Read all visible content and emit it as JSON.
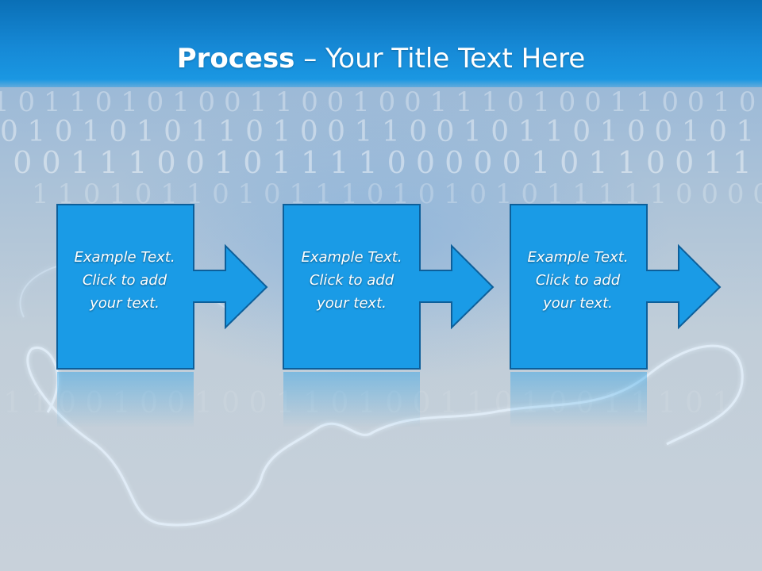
{
  "title": {
    "bold": "Process",
    "rest": " – Your Title Text Here"
  },
  "steps": [
    {
      "lines": [
        "Example Text.",
        "Click  to add",
        "your text."
      ]
    },
    {
      "lines": [
        "Example Text.",
        "Click  to add",
        "your text."
      ]
    },
    {
      "lines": [
        "Example Text.",
        "Click  to add",
        "your text."
      ]
    }
  ],
  "background_text": [
    "1 0 1 1 0 1 0 1 0 0 1 1 0 0 1 0 0 1 1 1 0 1 0 0 1 1 0 0 1 0 1",
    "0 1 0 1 0 1 0 1 1 0 1 0 0 1 1 0 0 1 0 1 1 0 1 0 0 1 0 1 1 0",
    "1 0 0 1 1 1 0 0 1 0 1 1 1 1 0 0 0 0 0 1 0 1 1 0 0 1 1 0 1 0 0 1",
    "1 1 0 1 0 1 1 0 1 0 1 1 1 0 1 0 1 0 1 0 1 1 1 1 1 0 0 0 0",
    "0 1 1 0 0 1 0 0 1 0 0 1 1 0 1 0 0 1 1 0 1 0 0 1 1 1 0 1"
  ],
  "colors": {
    "box_fill": "#1a9be6",
    "box_stroke": "#0d5f9a",
    "title_bar": "#1689d6"
  }
}
